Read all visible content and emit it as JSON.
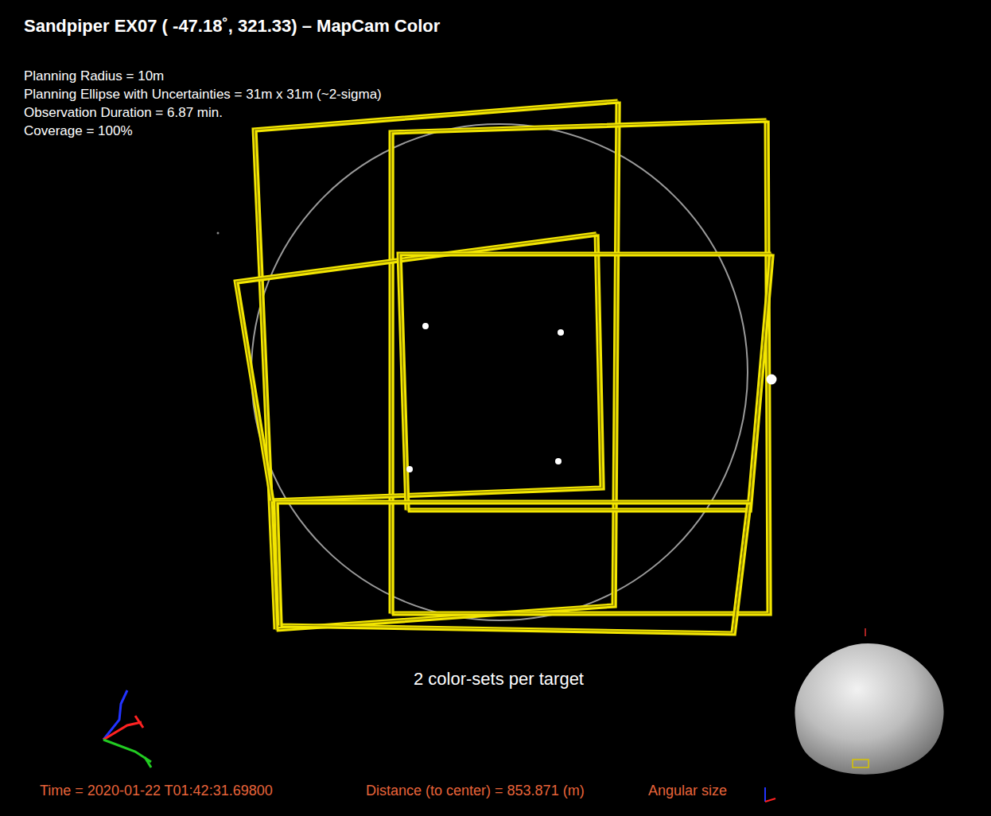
{
  "diagram": {
    "title": "Sandpiper EX07 ( -47.18˚, 321.33) – MapCam Color",
    "labels": [
      "Planning Radius = 10m",
      "Planning Ellipse with Uncertainties = 31m x 31m (~2-sigma)",
      "Observation Duration = 6.87 min.",
      "Coverage = 100%",
      "2 color-sets per target",
      "Time = 2020-01-22 T01:42:31.69800",
      "Distance (to center) = 853.871 (m)",
      "Angular size"
    ]
  }
}
